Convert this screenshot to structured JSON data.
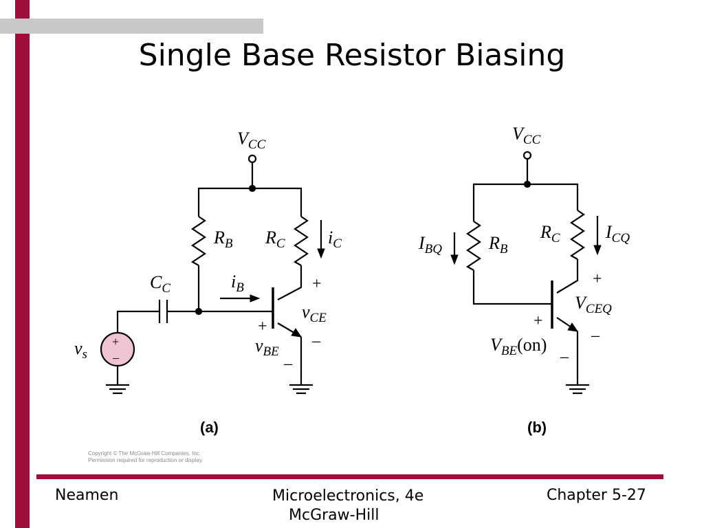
{
  "slide": {
    "title": "Single Base Resistor Biasing",
    "copyright_line1": "Copyright © The McGraw-Hill Companies, Inc.",
    "copyright_line2": "Permission required for reproduction or display."
  },
  "footer": {
    "author": "Neamen",
    "book_line1": "Microelectronics, 4e",
    "book_line2": "McGraw-Hill",
    "page": "Chapter 5-27"
  },
  "circuit_a": {
    "caption": "(a)",
    "supply": {
      "main": "V",
      "sub": "CC"
    },
    "base_resistor": {
      "main": "R",
      "sub": "B"
    },
    "collector_resistor": {
      "main": "R",
      "sub": "C"
    },
    "collector_current": {
      "main": "i",
      "sub": "C"
    },
    "coupling_cap": {
      "main": "C",
      "sub": "C"
    },
    "base_current": {
      "main": "i",
      "sub": "B"
    },
    "vce": {
      "main": "v",
      "sub": "CE"
    },
    "vbe": {
      "main": "v",
      "sub": "BE"
    },
    "source": {
      "main": "v",
      "sub": "s"
    },
    "plus": "+",
    "minus": "–"
  },
  "circuit_b": {
    "caption": "(b)",
    "supply": {
      "main": "V",
      "sub": "CC"
    },
    "base_resistor": {
      "main": "R",
      "sub": "B"
    },
    "base_current": {
      "main": "I",
      "sub": "BQ"
    },
    "collector_resistor": {
      "main": "R",
      "sub": "C"
    },
    "collector_current": {
      "main": "I",
      "sub": "CQ"
    },
    "vceq": {
      "main": "V",
      "sub": "CEQ"
    },
    "vbe_on": {
      "main": "V",
      "sub": "BE",
      "suffix": "(on)"
    },
    "plus": "+",
    "minus": "–"
  }
}
